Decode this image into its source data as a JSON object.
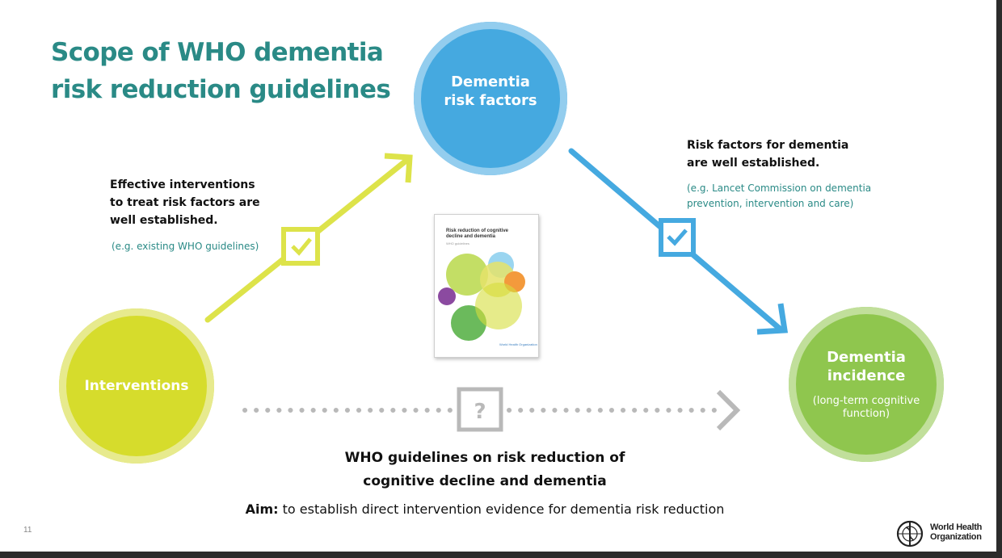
{
  "slide": {
    "title_line1": "Scope of WHO dementia",
    "title_line2": "risk reduction guidelines",
    "page_number": "11"
  },
  "nodes": {
    "risk_factors": {
      "line1": "Dementia",
      "line2": "risk factors"
    },
    "interventions": {
      "label": "Interventions"
    },
    "incidence": {
      "line1": "Dementia",
      "line2": "incidence",
      "sub1": "(long-term cognitive",
      "sub2": "function)"
    }
  },
  "left_text": {
    "line1": "Effective interventions",
    "line2": "to treat risk factors are",
    "line3": "well established.",
    "note": "(e.g. existing WHO guidelines)"
  },
  "right_text": {
    "line1": "Risk factors for dementia",
    "line2": "are well established.",
    "note1": "(e.g. Lancet Commission on dementia",
    "note2": "prevention, intervention and care)"
  },
  "question_mark": "?",
  "cover": {
    "title1": "Risk reduction of cognitive",
    "title2": "decline and dementia",
    "subtitle": "WHO guidelines",
    "logo_text": "World Health Organization"
  },
  "center": {
    "line1": "WHO guidelines on risk reduction of",
    "line2": "cognitive decline and dementia"
  },
  "aim": {
    "prefix": "Aim:",
    "text": " to establish direct intervention evidence for dementia risk reduction"
  },
  "who_logo": {
    "line1": "World Health",
    "line2": "Organization"
  },
  "colors": {
    "teal": "#2a8a86",
    "blue": "#45a9e0",
    "yellow_green": "#d6dc2c",
    "green": "#8fc64e",
    "grey": "#b9b9b9"
  }
}
